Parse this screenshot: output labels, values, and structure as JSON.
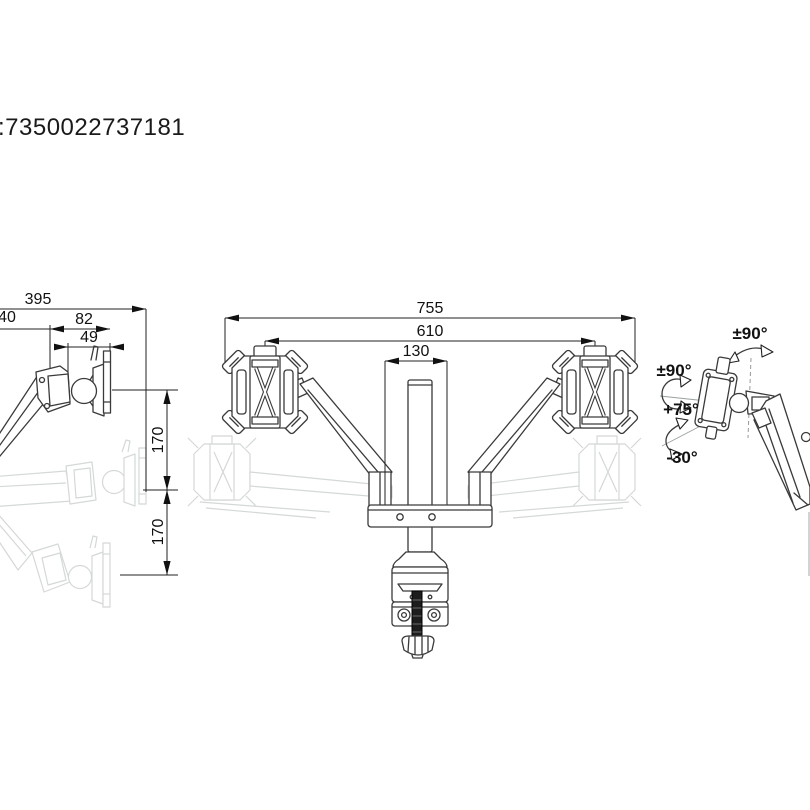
{
  "page": {
    "background": "#ffffff",
    "line_color": "#3a3a3a",
    "ghost_line_color": "#d4d8d8",
    "text_color": "#111111"
  },
  "header": {
    "product_code": ":7350022737181"
  },
  "side_view": {
    "d395": "395",
    "d40": "40",
    "d82": "82",
    "d49": "49",
    "d170_upper": "170",
    "d170_lower": "170"
  },
  "front_view": {
    "d755": "755",
    "d610": "610",
    "d130": "130"
  },
  "angle_view": {
    "swivel": "±90°",
    "rotate": "±90°",
    "tilt_up": "+75°",
    "tilt_down": "-30°"
  }
}
